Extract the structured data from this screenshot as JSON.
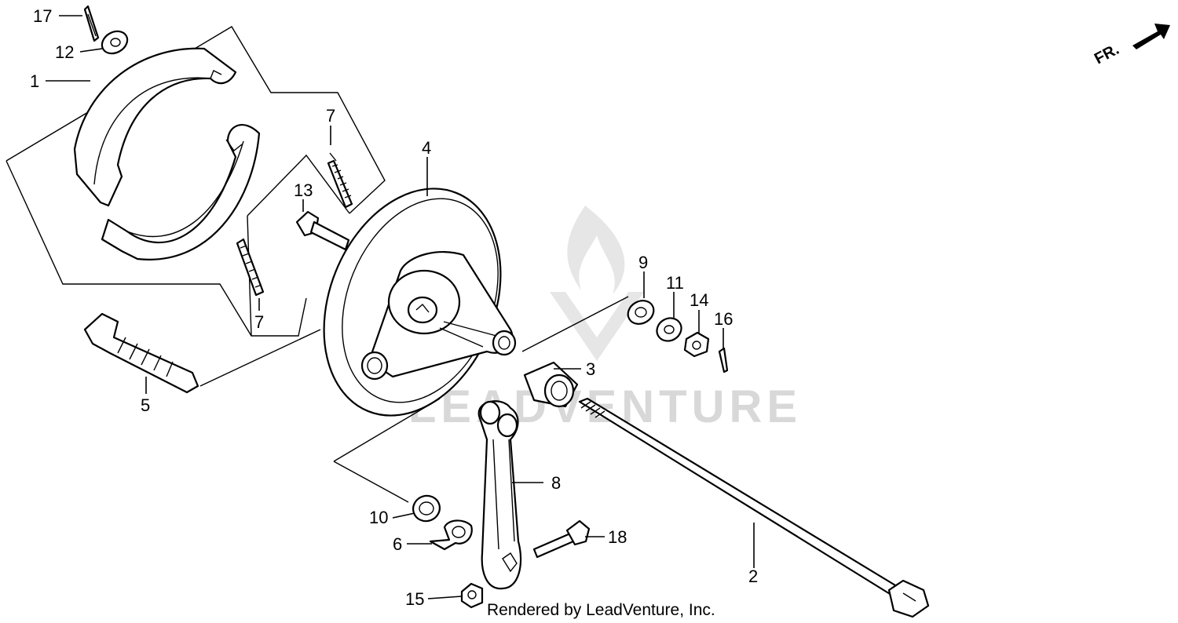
{
  "callouts": [
    {
      "id": "c17",
      "text": "17"
    },
    {
      "id": "c12",
      "text": "12"
    },
    {
      "id": "c1",
      "text": "1"
    },
    {
      "id": "c7a",
      "text": "7"
    },
    {
      "id": "c7b",
      "text": "7"
    },
    {
      "id": "c13",
      "text": "13"
    },
    {
      "id": "c4",
      "text": "4"
    },
    {
      "id": "c5",
      "text": "5"
    },
    {
      "id": "c9",
      "text": "9"
    },
    {
      "id": "c11",
      "text": "11"
    },
    {
      "id": "c14",
      "text": "14"
    },
    {
      "id": "c16",
      "text": "16"
    },
    {
      "id": "c3",
      "text": "3"
    },
    {
      "id": "c8",
      "text": "8"
    },
    {
      "id": "c10",
      "text": "10"
    },
    {
      "id": "c6",
      "text": "6"
    },
    {
      "id": "c18",
      "text": "18"
    },
    {
      "id": "c2",
      "text": "2"
    },
    {
      "id": "c15",
      "text": "15"
    }
  ],
  "direction_label": "FR.",
  "watermark": "LEADVENTURE",
  "footer": "Rendered by LeadVenture, Inc."
}
